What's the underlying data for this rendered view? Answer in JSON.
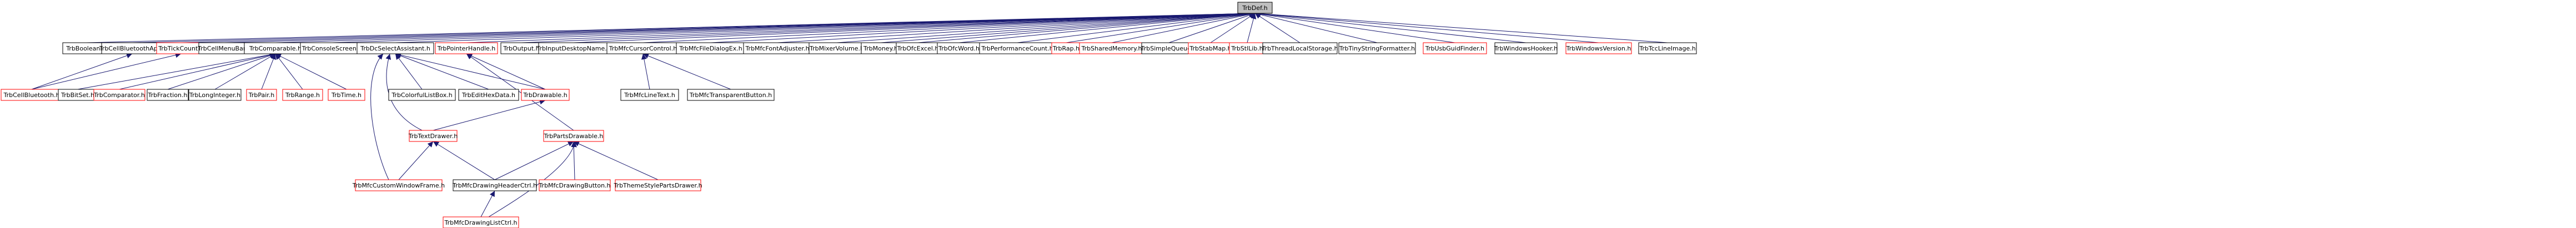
{
  "colors": {
    "edge": "#191970",
    "black_border": "#000000",
    "red_border": "#ff0000",
    "root_fill": "#bfbfbf",
    "node_fill": "#ffffff",
    "text": "#000000"
  },
  "nodes": [
    {
      "id": "root",
      "label": "TrbDef.h",
      "style": "root"
    },
    {
      "id": "booleanh",
      "label": "TrbBoolean.h",
      "style": "black"
    },
    {
      "id": "cellbluetoothapi",
      "label": "TrbCellBluetoothApi.h",
      "style": "black"
    },
    {
      "id": "tickcount",
      "label": "TrbTickCount.h",
      "style": "red"
    },
    {
      "id": "cellmenubar",
      "label": "TrbCellMenuBar.h",
      "style": "black"
    },
    {
      "id": "comparable",
      "label": "TrbComparable.h",
      "style": "black"
    },
    {
      "id": "consolescreen",
      "label": "TrbConsoleScreen.h",
      "style": "black"
    },
    {
      "id": "dcselectassistant",
      "label": "TrbDcSelectAssistant.h",
      "style": "black"
    },
    {
      "id": "pointerhandle",
      "label": "TrbPointerHandle.h",
      "style": "red"
    },
    {
      "id": "output",
      "label": "TrbOutput.h",
      "style": "black"
    },
    {
      "id": "inputdesktopname",
      "label": "TrbInputDesktopName.h",
      "style": "black"
    },
    {
      "id": "mfccursorcontrol",
      "label": "TrbMfcCursorControl.h",
      "style": "black"
    },
    {
      "id": "mfcfiledialogex",
      "label": "TrbMfcFileDialogEx.h",
      "style": "black"
    },
    {
      "id": "mfcfontadjuster",
      "label": "TrbMfcFontAdjuster.h",
      "style": "black"
    },
    {
      "id": "mixervolume",
      "label": "TrbMixerVolume.h",
      "style": "black"
    },
    {
      "id": "money",
      "label": "TrbMoney.h",
      "style": "black"
    },
    {
      "id": "ofcexcel",
      "label": "TrbOfcExcel.h",
      "style": "black"
    },
    {
      "id": "ofcword",
      "label": "TrbOfcWord.h",
      "style": "black"
    },
    {
      "id": "perfcount",
      "label": "TrbPerformanceCount.h",
      "style": "black"
    },
    {
      "id": "rap",
      "label": "TrbRap.h",
      "style": "red"
    },
    {
      "id": "sharedmemory",
      "label": "TrbSharedMemory.h",
      "style": "red"
    },
    {
      "id": "simplequeue",
      "label": "TrbSimpleQueue.h",
      "style": "black"
    },
    {
      "id": "stabmap",
      "label": "TrbStabMap.h",
      "style": "red"
    },
    {
      "id": "stllib",
      "label": "TrbStlLib.h",
      "style": "red"
    },
    {
      "id": "threadlocal",
      "label": "TrbThreadLocalStorage.h",
      "style": "black"
    },
    {
      "id": "tinystring",
      "label": "TrbTinyStringFormatter.h",
      "style": "black"
    },
    {
      "id": "usbguid",
      "label": "TrbUsbGuidFinder.h",
      "style": "red"
    },
    {
      "id": "windowshooker",
      "label": "TrbWindowsHooker.h",
      "style": "black"
    },
    {
      "id": "windowsversion",
      "label": "TrbWindowsVersion.h",
      "style": "red"
    },
    {
      "id": "tcclineimage",
      "label": "TrbTccLineImage.h",
      "style": "black"
    },
    {
      "id": "cellbluetooth",
      "label": "TrbCellBluetooth.h",
      "style": "red"
    },
    {
      "id": "bitset",
      "label": "TrbBitSet.h",
      "style": "black"
    },
    {
      "id": "comparator",
      "label": "TrbComparator.h",
      "style": "red"
    },
    {
      "id": "fraction",
      "label": "TrbFraction.h",
      "style": "black"
    },
    {
      "id": "longinteger",
      "label": "TrbLongInteger.h",
      "style": "black"
    },
    {
      "id": "pair",
      "label": "TrbPair.h",
      "style": "red"
    },
    {
      "id": "range",
      "label": "TrbRange.h",
      "style": "red"
    },
    {
      "id": "time",
      "label": "TrbTime.h",
      "style": "red"
    },
    {
      "id": "colorfullistbox",
      "label": "TrbColorfulListBox.h",
      "style": "black"
    },
    {
      "id": "edithexdata",
      "label": "TrbEditHexData.h",
      "style": "black"
    },
    {
      "id": "drawable",
      "label": "TrbDrawable.h",
      "style": "red"
    },
    {
      "id": "mfclinetext",
      "label": "TrbMfcLineText.h",
      "style": "black"
    },
    {
      "id": "mfctransparentbutton",
      "label": "TrbMfcTransparentButton.h",
      "style": "black"
    },
    {
      "id": "textdrawer",
      "label": "TrbTextDrawer.h",
      "style": "red"
    },
    {
      "id": "partsdrawable",
      "label": "TrbPartsDrawable.h",
      "style": "red"
    },
    {
      "id": "mfccustomwindowframe",
      "label": "TrbMfcCustomWindowFrame.h",
      "style": "red"
    },
    {
      "id": "mfcdrawingheaderctrl",
      "label": "TrbMfcDrawingHeaderCtrl.h",
      "style": "black"
    },
    {
      "id": "mfcdrawingbutton",
      "label": "TrbMfcDrawingButton.h",
      "style": "red"
    },
    {
      "id": "themestylepartsdrawer",
      "label": "TrbThemeStylePartsDrawer.h",
      "style": "red"
    },
    {
      "id": "mfcdrawinglistctrl",
      "label": "TrbMfcDrawingListCtrl.h",
      "style": "red"
    }
  ],
  "edges": [
    [
      "booleanh",
      "root"
    ],
    [
      "cellbluetoothapi",
      "root"
    ],
    [
      "tickcount",
      "root"
    ],
    [
      "cellmenubar",
      "root"
    ],
    [
      "comparable",
      "root"
    ],
    [
      "consolescreen",
      "root"
    ],
    [
      "dcselectassistant",
      "root"
    ],
    [
      "pointerhandle",
      "root"
    ],
    [
      "output",
      "root"
    ],
    [
      "inputdesktopname",
      "root"
    ],
    [
      "mfccursorcontrol",
      "root"
    ],
    [
      "mfcfiledialogex",
      "root"
    ],
    [
      "mfcfontadjuster",
      "root"
    ],
    [
      "mixervolume",
      "root"
    ],
    [
      "money",
      "root"
    ],
    [
      "ofcexcel",
      "root"
    ],
    [
      "ofcword",
      "root"
    ],
    [
      "perfcount",
      "root"
    ],
    [
      "rap",
      "root"
    ],
    [
      "sharedmemory",
      "root"
    ],
    [
      "simplequeue",
      "root"
    ],
    [
      "stabmap",
      "root"
    ],
    [
      "stllib",
      "root"
    ],
    [
      "threadlocal",
      "root"
    ],
    [
      "tinystring",
      "root"
    ],
    [
      "usbguid",
      "root"
    ],
    [
      "windowshooker",
      "root"
    ],
    [
      "windowsversion",
      "root"
    ],
    [
      "tcclineimage",
      "root"
    ],
    [
      "cellbluetooth",
      "cellbluetoothapi"
    ],
    [
      "cellbluetooth",
      "tickcount"
    ],
    [
      "bitset",
      "comparable"
    ],
    [
      "comparator",
      "comparable"
    ],
    [
      "fraction",
      "comparable"
    ],
    [
      "longinteger",
      "comparable"
    ],
    [
      "pair",
      "comparable"
    ],
    [
      "range",
      "comparable"
    ],
    [
      "time",
      "comparable"
    ],
    [
      "colorfullistbox",
      "dcselectassistant"
    ],
    [
      "edithexdata",
      "dcselectassistant"
    ],
    [
      "drawable",
      "dcselectassistant"
    ],
    [
      "drawable",
      "pointerhandle"
    ],
    [
      "textdrawer",
      "dcselectassistant"
    ],
    [
      "mfccustomwindowframe",
      "dcselectassistant"
    ],
    [
      "textdrawer",
      "drawable"
    ],
    [
      "partsdrawable",
      "pointerhandle"
    ],
    [
      "mfclinetext",
      "mfccursorcontrol"
    ],
    [
      "mfctransparentbutton",
      "mfccursorcontrol"
    ],
    [
      "mfccustomwindowframe",
      "textdrawer"
    ],
    [
      "mfcdrawingheaderctrl",
      "textdrawer"
    ],
    [
      "mfcdrawingheaderctrl",
      "partsdrawable"
    ],
    [
      "mfcdrawingbutton",
      "partsdrawable"
    ],
    [
      "themestylepartsdrawer",
      "partsdrawable"
    ],
    [
      "mfcdrawinglistctrl",
      "mfcdrawingheaderctrl"
    ],
    [
      "mfcdrawinglistctrl",
      "partsdrawable"
    ]
  ]
}
